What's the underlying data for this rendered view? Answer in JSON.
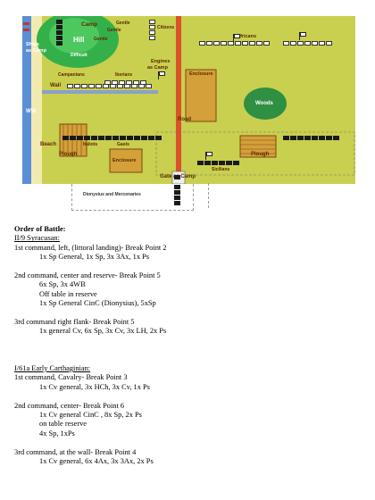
{
  "map": {
    "labels": {
      "camp_top": "Camp",
      "hill": "Hill",
      "gentle1": "Gentle",
      "gentle2": "Gentle",
      "gentle3": "Gentle",
      "difficult": "Difficult",
      "citizens": "Citizens",
      "africans": "Africans",
      "ships_as_camp_1": "Ships",
      "ships_as_camp_2": "as Camp",
      "campanians": "Campanians",
      "iberians": "Iberians",
      "engines_1": "Engines",
      "engines_2": "as Camp",
      "enclosure_top": "Enclosure",
      "wall": "Wall",
      "woods": "Woods",
      "ww": "WW",
      "road": "Road",
      "beach": "Beach",
      "italiots": "Italiots",
      "gaols": "Gaols",
      "plough_left": "Plough",
      "enclosure_bottom": "Enclosure",
      "plough_right": "Plough",
      "sicilians": "Sicilians",
      "gate_as_camp": "Gate as Camp",
      "dionysius": "Dionysius and Mercenaries"
    },
    "colors": {
      "ground": "#c9cf4f",
      "hill": "#34b04a",
      "sea": "#5a8fd6",
      "beach": "#f3eab0",
      "road": "#d9522a",
      "wall": "#8aa0cc",
      "enclosure": "#d4a03a",
      "woods": "#2f8f43"
    }
  },
  "order": {
    "heading": "Order of Battle:",
    "side1": {
      "title": "II/9 Syracusan:",
      "commands": [
        {
          "line": "1st command, left, (littoral landing)- Break Point 2",
          "details": [
            "1x Sp General, 1x Sp, 3x 3Ax, 1x Ps"
          ]
        },
        {
          "line": "2nd command, center and reserve- Break Point 5",
          "details": [
            "6x Sp, 3x 4WB",
            "Off table in reserve",
            "1x Sp General CinC (Dionysius), 5xSp"
          ]
        },
        {
          "line": "3rd command right flank- Break Point 5",
          "details": [
            "1x general Cv, 6x Sp, 3x Cv, 3x LH, 2x Ps"
          ]
        }
      ]
    },
    "side2": {
      "title": "I/61a Early Carthaginian:",
      "commands": [
        {
          "line": "1st command, Cavalry- Break Point 3",
          "details": [
            "1x Cv general, 3x HCh, 3x Cv, 1x Ps"
          ]
        },
        {
          "line": "2nd command, center- Break Point 6",
          "details": [
            "1x Cv general CinC , 8x Sp, 2x Ps",
            "on table reserve",
            "4x Sp, 1xPs"
          ]
        },
        {
          "line": "3rd command, at the wall- Break Point 4",
          "details": [
            "1x Cv general, 6x 4Ax, 3x 3Ax, 2x Ps"
          ]
        }
      ]
    }
  }
}
